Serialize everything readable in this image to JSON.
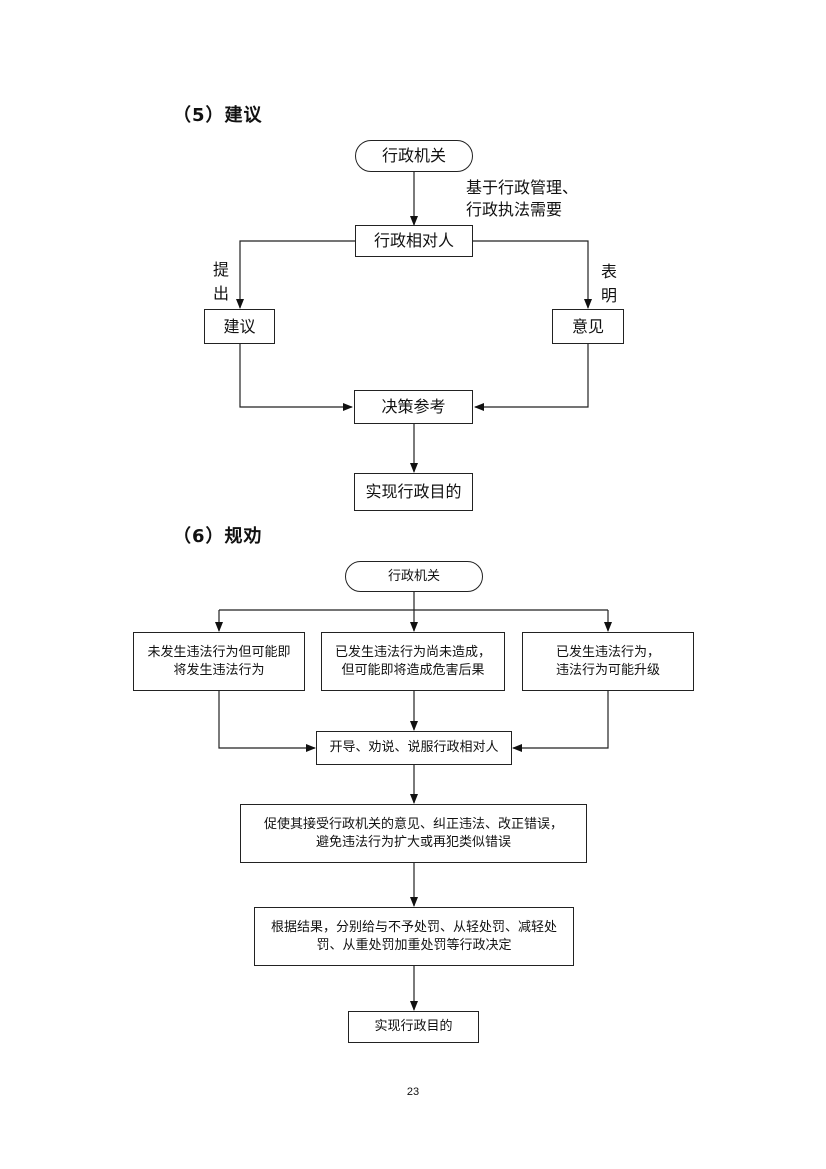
{
  "section5": {
    "title": "（5）建议",
    "start": "行政机关",
    "basis_note_line1": "基于行政管理、",
    "basis_note_line2": "行政执法需要",
    "party": "行政相对人",
    "left_edge_char1": "提",
    "left_edge_char2": "出",
    "right_edge_char1": "表",
    "right_edge_char2": "明",
    "left_box": "建议",
    "right_box": "意见",
    "decision": "决策参考",
    "goal": "实现行政目的"
  },
  "section6": {
    "title": "（6）规劝",
    "start": "行政机关",
    "case1_line1": "未发生违法行为但可能即",
    "case1_line2": "将发生违法行为",
    "case2_line1": "已发生违法行为尚未造成，",
    "case2_line2": "但可能即将造成危害后果",
    "case3_line1": "已发生违法行为，",
    "case3_line2": "违法行为可能升级",
    "persuade": "开导、劝说、说服行政相对人",
    "accept_line1": "促使其接受行政机关的意见、纠正违法、改正错误，",
    "accept_line2": "避免违法行为扩大或再犯类似错误",
    "result_line1": "根据结果，分别给与不予处罚、从轻处罚、减轻处",
    "result_line2": "罚、从重处罚加重处罚等行政决定",
    "goal": "实现行政目的"
  },
  "page_number": "23"
}
